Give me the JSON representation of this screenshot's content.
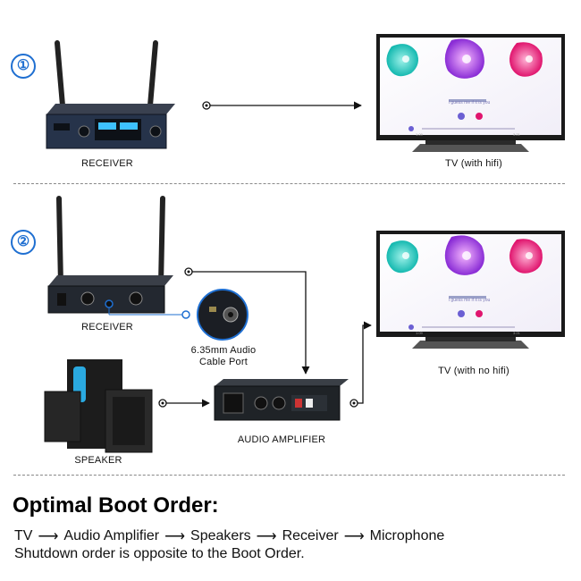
{
  "sections": [
    {
      "badge": "①",
      "receiver_label": "RECEIVER",
      "tv_label": "TV (with hifi)"
    },
    {
      "badge": "②",
      "receiver_label": "RECEIVER",
      "tv_label": "TV (with no hifi)",
      "port_label_line1": "6.35mm Audio",
      "port_label_line2": "Cable Port",
      "speaker_label": "SPEAKER",
      "amplifier_label": "AUDIO AMPLIFIER"
    }
  ],
  "tv_screen_text": {
    "song": "I guess me if it is you",
    "time_left": "1:09",
    "time_right": "3:21"
  },
  "boot": {
    "title": "Optimal Boot Order:",
    "sequence": [
      "TV",
      "Audio Amplifier",
      "Speakers",
      "Receiver",
      "Microphone"
    ],
    "arrow": "⟶",
    "note": "Shutdown order is opposite to the Boot Order."
  },
  "colors": {
    "accent": "#1f6fd1",
    "device": "#1e2430",
    "tv_bezel": "#1a1a1a"
  }
}
